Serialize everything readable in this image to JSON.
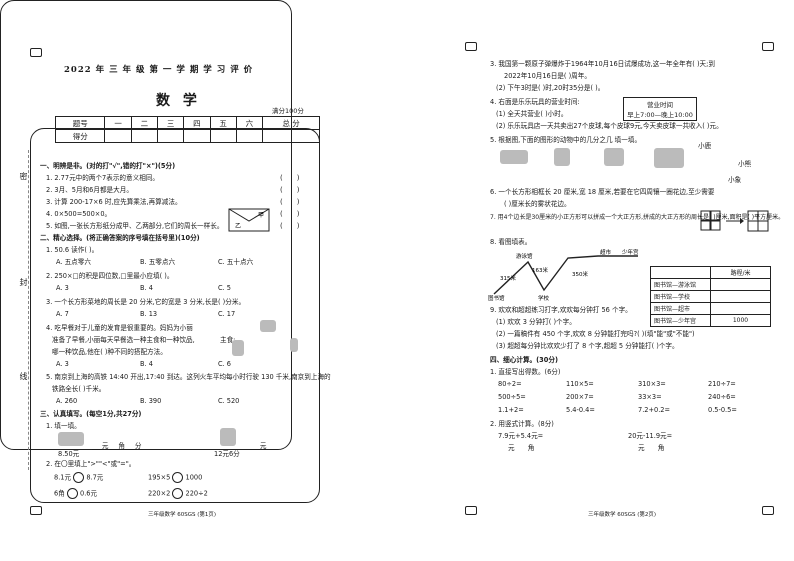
{
  "left": {
    "header": "2022 年 三 年 级 第 一 学 期 学 习 评 价",
    "subject": "数 学",
    "full_score": "满分100分",
    "score_headers": [
      "题号",
      "一",
      "二",
      "三",
      "四",
      "五",
      "六",
      "总 分"
    ],
    "score_row_label": "得分",
    "side_labels": [
      "密",
      "封",
      "线"
    ],
    "s1_title": "一、明辨是非。(对的打\"√\",错的打\"×\")(5分)",
    "s1": [
      "1. 2.77元中的两个7表示的意义相同。",
      "2. 3月、5月和6月都是大月。",
      "3. 计算 200-17×6 时,应先算乘法,再算减法。",
      "4. 0×500=500×0。",
      "5. 如图,一张长方形纸分成甲、乙两部分,它们的周长一样长。"
    ],
    "env_labels": [
      "乙",
      "甲"
    ],
    "s2_title": "二、精心选择。(将正确答案的序号填在括号里)(10分)",
    "s2q1": "1. 50.6 读作(    )。",
    "s2q1_opts": [
      "A. 五点零六",
      "B. 五零点六",
      "C. 五十点六"
    ],
    "s2q2": "2. 250×□的积是四位数,□里最小应填(    )。",
    "s2q2_opts": [
      "A. 3",
      "B. 4",
      "C. 5"
    ],
    "s2q3": "3. 一个长方形菜地的周长是 20 分米,它的宽是 3 分米,长是(    )分米。",
    "s2q3_opts": [
      "A. 7",
      "B. 13",
      "C. 17"
    ],
    "s2q4": [
      "4. 吃早餐对于儿童的发育是很重要的。妈妈为小丽",
      "准备了早餐,小丽每天早餐选一种主食和一种饮品,",
      "哪一种饮品,他在(    )种不同的搭配方法。"
    ],
    "s2q4_label": "主食:",
    "s2q4_opts": [
      "A. 3",
      "B. 4",
      "C. 6"
    ],
    "s2q5": [
      "5. 南京到上海的高铁 14:40 开出,17:40 到达。这列火车平均每小时行驶 130 千米,南京到上海的",
      "铁路全长(    )千米。"
    ],
    "s2q5_opts": [
      "A. 260",
      "B. 390",
      "C. 520"
    ],
    "s3_title": "三、认真填写。(每空1分,共27分)",
    "s3q1": "1. 填一填。",
    "price1": "8.50元",
    "blank1": "___元___角___分",
    "price2": "12元6分",
    "blank2": "___元",
    "s3q2": "2. 在〇里填上\">\"\"<\"或\"=\"。",
    "cmp": [
      [
        "8.1元",
        "8.7元"
      ],
      [
        "195×5",
        "1000"
      ],
      [
        "6角",
        "0.6元"
      ],
      [
        "220×2",
        "220÷2"
      ]
    ],
    "footer": "三年级数学 60SGS (第1页)"
  },
  "right": {
    "q3": [
      "3. 我国第一颗原子弹爆炸于1964年10月16日试爆成功,这一年全年有(     )天;到",
      "2022年10月16日是(     )周年。"
    ],
    "q4": "(2) 下午3时是(     )时,20时35分是(     )。",
    "q5_title": "4. 右面是乐乐玩具的营业时间:",
    "hours_title": "营业时间",
    "hours": "早上7:00—晚上10:00",
    "q5a": "(1) 全天共营业(     )小时。",
    "q5b": "(2) 乐乐玩具店一天共卖出27个皮球,每个皮球9元,今天卖皮球一共收入(     )元。",
    "q6": "5. 根据图,下面的图形的动物中的几分之几 填一填。",
    "animals": [
      "小鹿",
      "小熊",
      "小象"
    ],
    "q7": [
      "6. 一个长方形相框长 20 厘米,宽 18 厘米,若要在它四周镶一圈花边,至少需要",
      "(     )厘米长的雾状花边。"
    ],
    "q8": "7. 用4个边长是30厘米的小正方形可以拼成一个大正方形,拼成的大正方形的周长是(     )厘米,面积是(     )平方厘米。",
    "q9_title": "8. 看图填表。",
    "map_labels": [
      "游泳馆",
      "超市",
      "少年宫",
      "图书馆",
      "学校"
    ],
    "map_dists": [
      "315米",
      "163米",
      "350米"
    ],
    "route_header": [
      "",
      "路程/米"
    ],
    "route_rows": [
      [
        "图书馆—游泳馆",
        ""
      ],
      [
        "图书馆—学校",
        ""
      ],
      [
        "图书馆—超市",
        ""
      ],
      [
        "图书馆—少年宫",
        "1000"
      ]
    ],
    "q10": "9. 欢欢和超超练习打字,欢欢每分钟打 56 个字。",
    "q10a": "(1) 欢欢 3 分钟打(     )个字。",
    "q10b": "(2) 一篇稿件有 450 个字,欢欢 8 分钟能打完吗?(     )(填\"能\"或\"不能\")",
    "q10c": "(3) 超超每分钟比欢欢少打了 8 个字,超超 5 分钟能打(     )个字。",
    "s4_title": "四、细心计算。(30分)",
    "s4q1": "1. 直接写出得数。(6分)",
    "calc": [
      [
        "80÷2=",
        "110×5=",
        "310×3=",
        "210÷7="
      ],
      [
        "500÷5=",
        "200×7=",
        "33×3=",
        "240÷6="
      ],
      [
        "1.1+2=",
        "5.4-0.4=",
        "7.2+0.2=",
        "0.5-0.5="
      ]
    ],
    "s4q2": "2. 用竖式计算。(8分)",
    "v1": "7.9元+5.4元=",
    "v2": "20元-11.9元=",
    "unit": "元　　角",
    "footer": "三年级数学 60SGS (第2页)"
  }
}
